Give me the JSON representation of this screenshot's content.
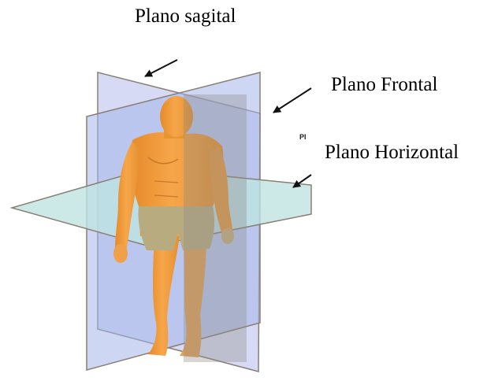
{
  "labels": {
    "sagittal": "Plano sagital",
    "frontal": "Plano Frontal",
    "horizontal": "Plano Horizontal",
    "cropped_fragment": "PI"
  },
  "colors": {
    "sagittal_plane": "#c8cdf2",
    "frontal_plane": "#9fb4e8",
    "horizontal_plane": "#bfe2e3",
    "plane_edge": "#8a7f74",
    "skin": "#f3a146",
    "skin_shadow": "#d98a2c",
    "shorts": "#b8aa80",
    "arrow": "#111111"
  }
}
